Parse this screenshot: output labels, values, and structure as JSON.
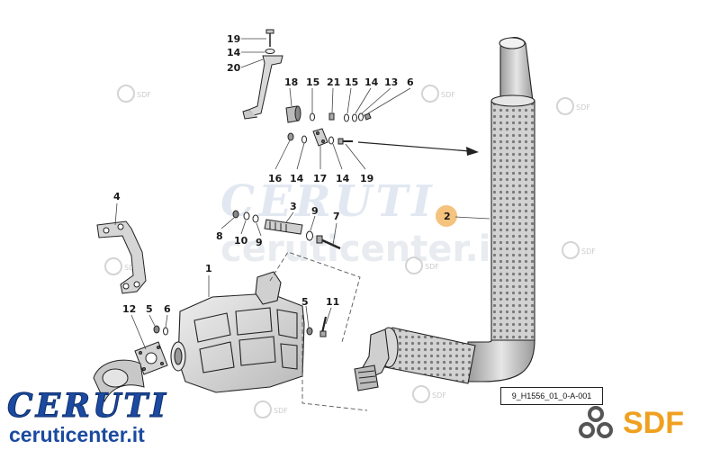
{
  "diagram": {
    "callouts": {
      "c19a": "19",
      "c14a": "14",
      "c20": "20",
      "c18": "18",
      "c15a": "15",
      "c21": "21",
      "c15b": "15",
      "c14b": "14",
      "c13": "13",
      "c6a": "6",
      "c16": "16",
      "c14c": "14",
      "c17": "17",
      "c14d": "14",
      "c19b": "19",
      "c4": "4",
      "c3": "3",
      "c9a": "9",
      "c7": "7",
      "c8": "8",
      "c10": "10",
      "c9b": "9",
      "c2": "2",
      "c1": "1",
      "c12": "12",
      "c5a": "5",
      "c6b": "6",
      "c5b": "5",
      "c11": "11"
    },
    "reference_code": "9_H1556_01_0-A-001",
    "watermark": {
      "big_name": "CERUTI",
      "big_url": "ceruticenter.it",
      "small": "SDF"
    }
  },
  "branding": {
    "left_name": "CERUTI",
    "left_url": "ceruticenter.it",
    "right_name": "SDF"
  },
  "colors": {
    "brand_blue": "#1b4aa0",
    "sdf_orange": "#f0a020",
    "highlight_circle": "#f2b866",
    "line": "#222222"
  }
}
